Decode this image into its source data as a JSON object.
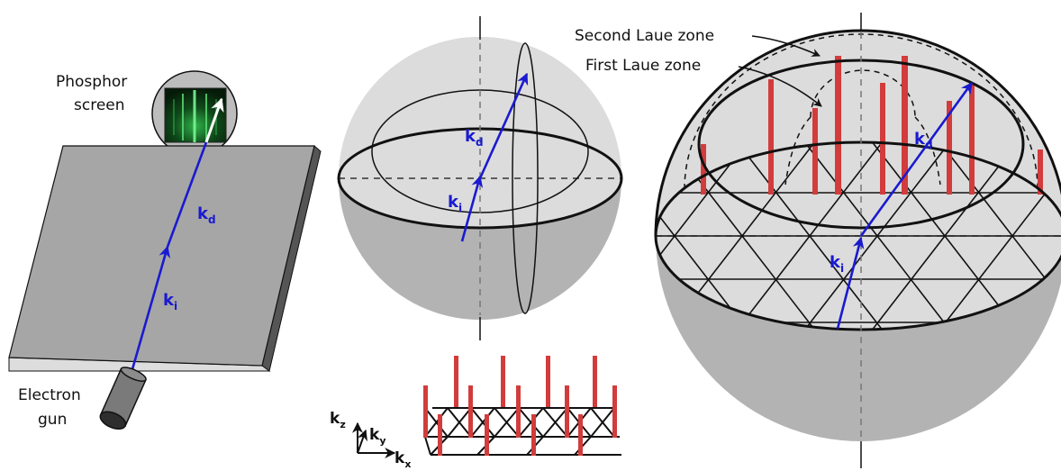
{
  "labels": {
    "phosphor_line1": "Phosphor",
    "phosphor_line2": "screen",
    "electron_line1": "Electron",
    "electron_line2": "gun",
    "second_laue": "Second Laue zone",
    "first_laue": "First Laue zone"
  },
  "vectors": {
    "k_letter": "k",
    "incident_sub": "i",
    "diffracted_sub": "d"
  },
  "axes": {
    "k_letter": "k",
    "x_sub": "x",
    "y_sub": "y",
    "z_sub": "z"
  },
  "colors": {
    "sample_top": "#a6a6a6",
    "sample_side": "#555555",
    "sample_front": "#dddddd",
    "sphere_fill": "#b3b3b3",
    "cap_fill": "#dcdcdc",
    "vector_blue": "#1a1ad0",
    "rod_red": "#d23c3c",
    "screen_green": "#2fb34a"
  }
}
